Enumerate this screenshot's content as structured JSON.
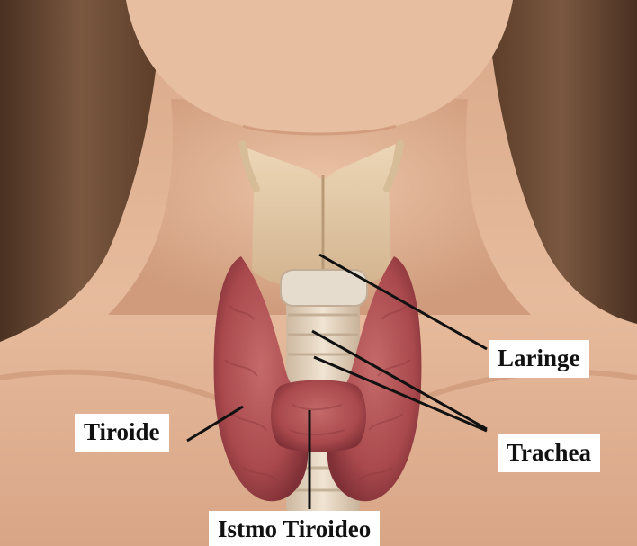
{
  "labels": {
    "laringe": "Laringe",
    "trachea": "Trachea",
    "tiroide": "Tiroide",
    "istmo": "Istmo Tiroideo"
  },
  "colors": {
    "skin": "#e2b796",
    "hair": "#6b4b35",
    "cartilage": "#e3c9a3",
    "thyroid": "#b7585a",
    "leader_line": "#111111",
    "label_background": "#ffffff"
  }
}
